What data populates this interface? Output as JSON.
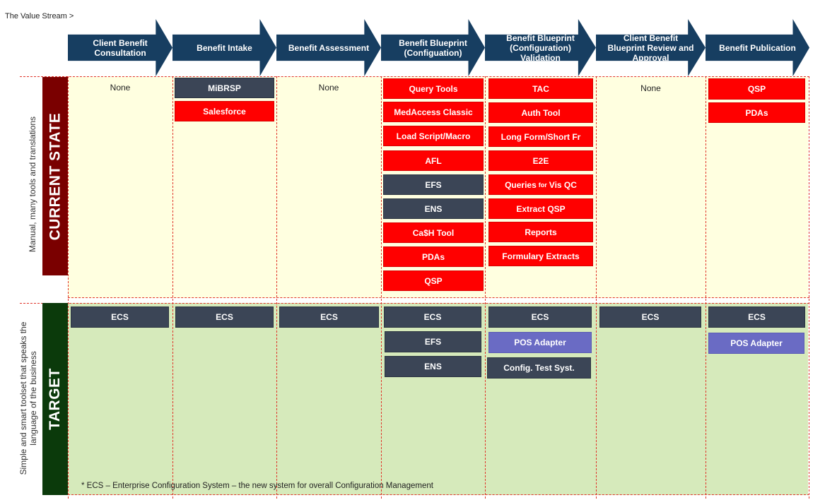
{
  "breadcrumb": "The Value Stream >",
  "stages": [
    "Client Benefit Consultation",
    "Benefit Intake",
    "Benefit Assessment",
    "Benefit Blueprint (Configuation)",
    "Benefit Blueprint (Configuration) Validation",
    "Client Benefit Blueprint Review and Approval",
    "Benefit Publication"
  ],
  "current_state": {
    "label": "CURRENT STATE",
    "note": "Manual,  many tools and translations",
    "none_label": "None",
    "col1": "None",
    "col2": [
      "MiBRSP",
      "Salesforce"
    ],
    "col3": "None",
    "col4": [
      "Query Tools",
      "MedAccess Classic",
      "Load Script/Macro",
      "AFL",
      "EFS",
      "ENS",
      "Ca$H Tool",
      "PDAs",
      "QSP"
    ],
    "col5": [
      "TAC",
      "Auth Tool",
      "Long Form/Short Fr",
      "E2E",
      "Queries",
      "for",
      "Vis QC",
      "Extract QSP",
      "Reports",
      "Formulary Extracts"
    ],
    "col6": "None",
    "col7": [
      "QSP",
      "PDAs"
    ]
  },
  "target": {
    "label": "TARGET",
    "note_line1": "Simple and smart toolset that speaks the",
    "note_line2": "language of the business",
    "ecs": "ECS",
    "col4": [
      "EFS",
      "ENS"
    ],
    "col5": [
      "POS Adapter",
      "Config. Test Syst."
    ],
    "col7": [
      "POS Adapter"
    ]
  },
  "footnote": "* ECS – Enterprise Configuration System – the new system for overall Configuration Management",
  "colors": {
    "chevron": "#173e61",
    "current_bg": "#ffffe0",
    "target_bg": "#d6eabb",
    "current_bar": "#7a0000",
    "target_bar": "#0b3a0b",
    "red_tool": "#ff0000",
    "gray_tool": "#3b4556",
    "blue_tool": "#6a6bc4",
    "dash": "#e0342a"
  }
}
